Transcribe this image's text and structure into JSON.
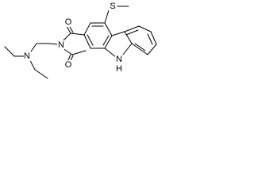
{
  "molecule": {
    "atoms": {
      "o_top": "O",
      "o_bottom": "O",
      "n_imide": "N",
      "n_amine": "N",
      "s": "S",
      "nh_n": "N",
      "nh_h": "H"
    }
  }
}
